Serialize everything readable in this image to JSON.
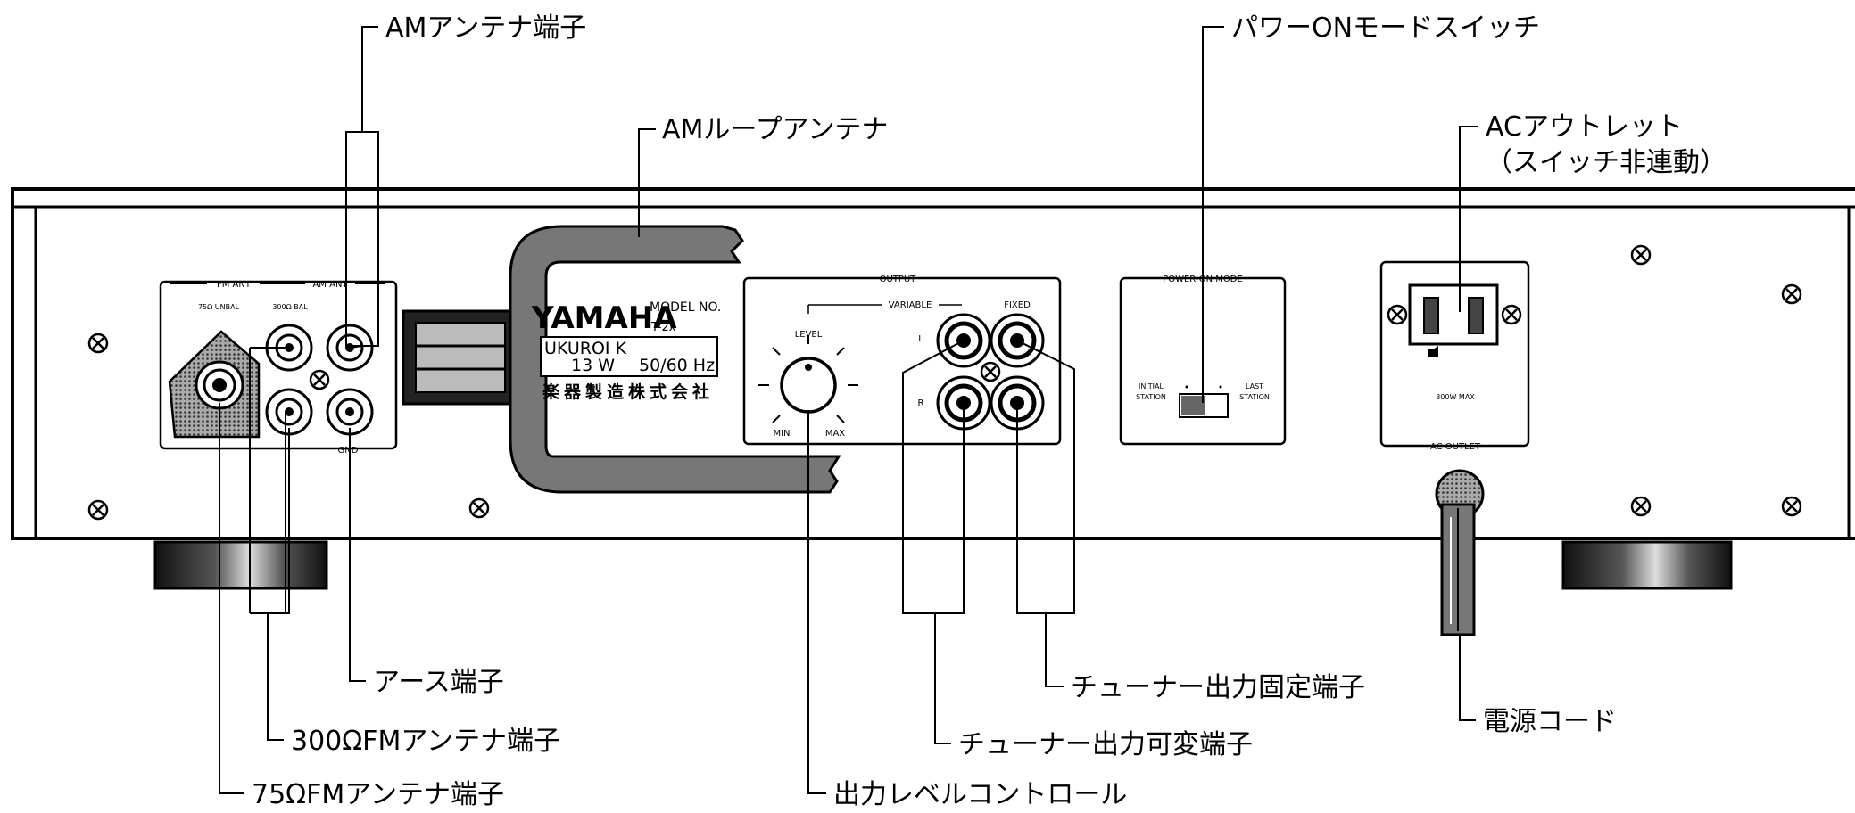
{
  "callouts": {
    "am_antenna_terminal": "AMアンテナ端子",
    "am_loop_antenna": "AMループアンテナ",
    "power_on_mode_switch": "パワーONモードスイッチ",
    "ac_outlet_line1": "ACアウトレット",
    "ac_outlet_line2": "（スイッチ非連動）",
    "earth_terminal": "アース端子",
    "fm_300_terminal": "300ΩFMアンテナ端子",
    "fm_75_terminal": "75ΩFMアンテナ端子",
    "output_level_control": "出力レベルコントロール",
    "tuner_output_variable": "チューナー出力可変端子",
    "tuner_output_fixed": "チューナー出力固定端子",
    "power_cord": "電源コード"
  },
  "panel": {
    "fm_ant": "FM ANT",
    "am_ant": "AM ANT",
    "fm_75_unbal": "75Ω UNBAL",
    "fm_300_bal": "300Ω BAL",
    "gnd": "GND",
    "brand": "YAMAHA",
    "model_no": "MODEL NO.",
    "model": "T-2x",
    "maker_line": "UKUROI K",
    "power_w": "13 W",
    "freq": "50/60 Hz",
    "company_jp": "楽器製造株式会社",
    "output": "OUTPUT",
    "variable": "VARIABLE",
    "fixed": "FIXED",
    "level": "LEVEL",
    "min": "MIN",
    "max": "MAX",
    "ch_l": "L",
    "ch_r": "R",
    "power_on_mode": "POWER-ON MODE",
    "initial": "INITIAL",
    "station_left": "STATION",
    "last": "LAST",
    "station_right": "STATION",
    "ac_outlet": "AC OUTLET",
    "outlet_rating": "300W MAX"
  }
}
